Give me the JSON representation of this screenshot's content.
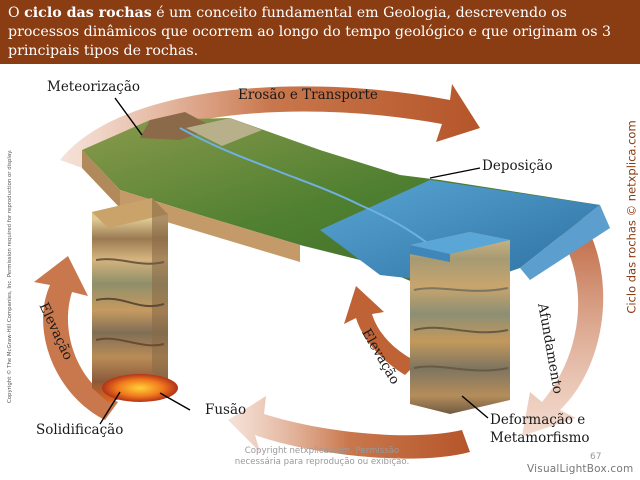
{
  "intro": {
    "prefix": "O ",
    "bold": "ciclo das rochas",
    "rest": " é um conceito fundamental em Geologia, descrevendo os processos dinâmicos que ocorrem ao longo do tempo geológico e que originam os 3 principais tipos de rochas."
  },
  "labels": {
    "meteorizacao": "Meteorização",
    "erosao": "Erosão e Transporte",
    "deposicao": "Deposição",
    "afundamento": "Afundamento",
    "elevacao_left": "Elevação",
    "elevacao_mid": "Elevação",
    "fusao": "Fusão",
    "solidificacao": "Solidificação",
    "deformacao_1": "Deformação e",
    "deformacao_2": "Metamorfismo"
  },
  "side": {
    "copyright_left": "Copyright © The McGraw-Hill Companies, Inc. Permission required for reproduction or display.",
    "site_right": "Ciclo das rochas © netxplica.com"
  },
  "footer": {
    "copyright_line1": "Copyright netxplica.com. Permissão",
    "copyright_line2": "necessária para reprodução ou exibição.",
    "page_number": "67",
    "watermark": "VisualLightBox.com"
  },
  "colors": {
    "banner": "#8a3c12",
    "arrow": "#c56a3f",
    "water": "#3e8fc2",
    "land": "#5d8c3a"
  }
}
